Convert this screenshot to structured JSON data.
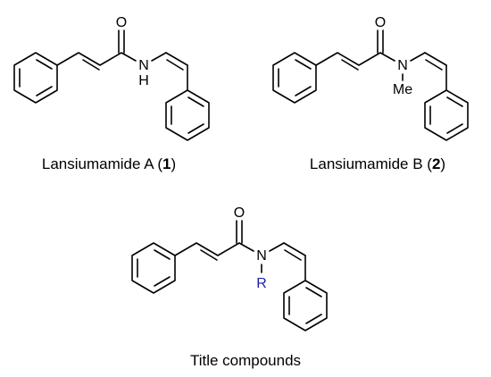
{
  "compound_a": {
    "atoms": {
      "oxygen": "O",
      "amide_n": "N",
      "amide_h": "H"
    },
    "caption": {
      "prefix": "Lansiumamide A (",
      "number": "1",
      "suffix": ")"
    }
  },
  "compound_b": {
    "atoms": {
      "oxygen": "O",
      "amide_n": "N",
      "methyl": "Me"
    },
    "caption": {
      "prefix": "Lansiumamide B (",
      "number": "2",
      "suffix": ")"
    }
  },
  "compound_title": {
    "atoms": {
      "oxygen": "O",
      "amide_n": "N",
      "r_group": "R"
    },
    "caption": "Title compounds"
  },
  "colors": {
    "r_group": "#1f1fa8",
    "bond": "#000000"
  }
}
